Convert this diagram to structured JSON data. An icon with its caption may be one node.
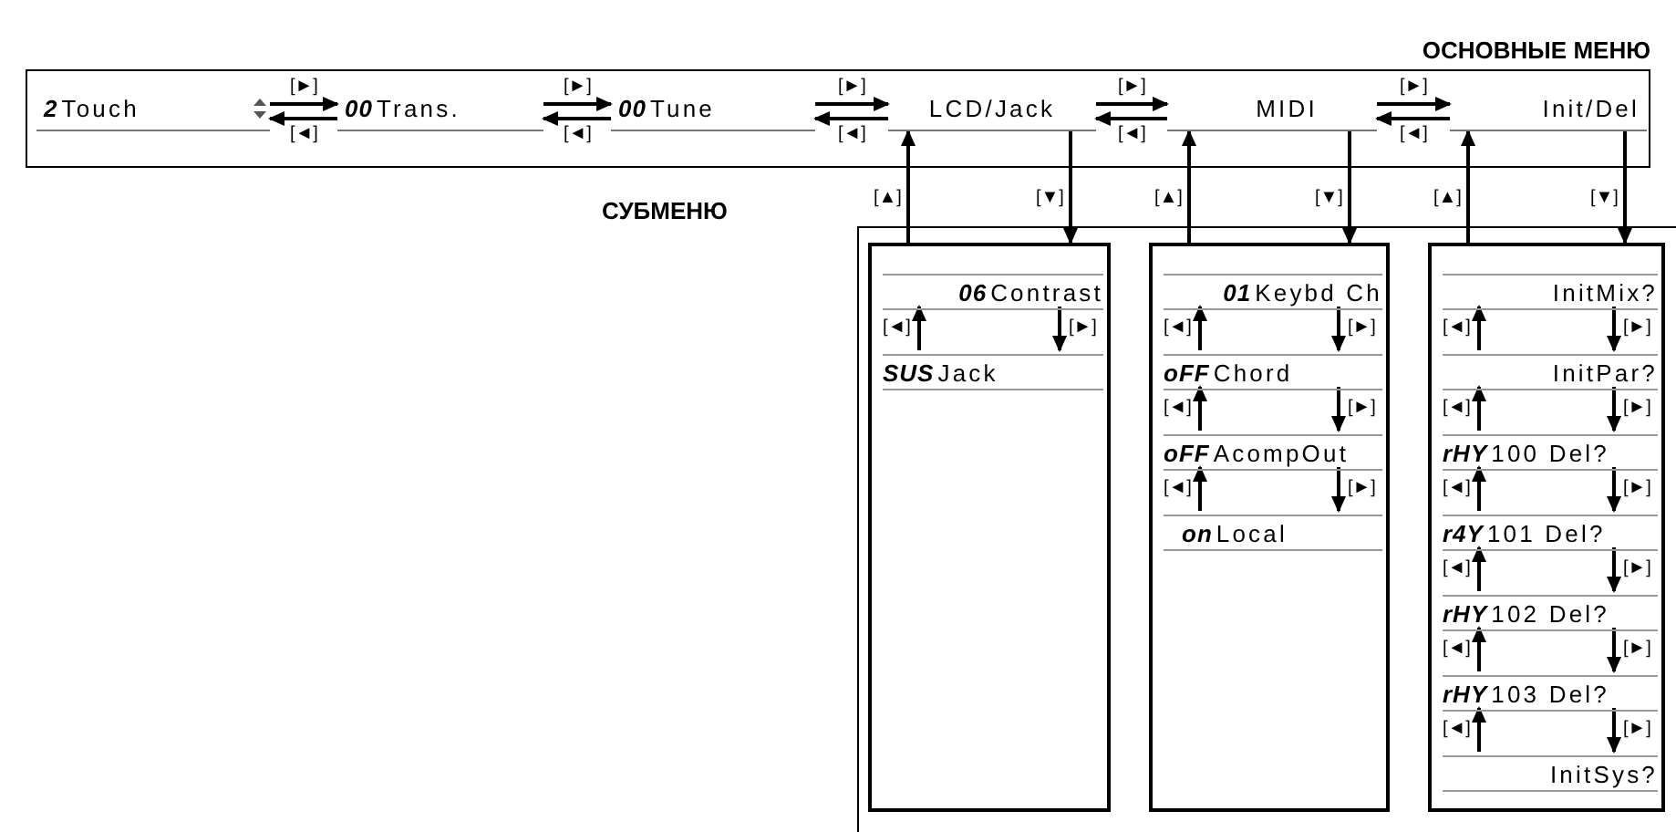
{
  "diagram": {
    "nodes": [
      {
        "text": [
          "ОСНОВНЫЕ МЕНЮ"
        ]
      },
      {
        "text": [
          "**2**Touch"
        ],
        "in": 0
      },
      {
        "text": [
          "**00**Trans."
        ],
        "in": 0
      },
      {
        "text": [
          "**00**Tune"
        ],
        "in": 0
      },
      {
        "text": [
          "LCD/Jack"
        ],
        "in": 0
      },
      {
        "text": [
          "MIDI"
        ],
        "in": 0
      },
      {
        "text": [
          "Init/Del"
        ],
        "in": 0
      },
      {
        "text": [
          "СУБМЕНЮ"
        ]
      },
      {
        "text": [],
        "shape": "box",
        "in": 7
      },
      {
        "text": [
          "**06**Contrast"
        ],
        "in": 8
      },
      {
        "text": [
          "**SUS**Jack"
        ],
        "in": 8
      },
      {
        "text": [],
        "shape": "box",
        "in": 7
      },
      {
        "text": [
          "**01**Keybd Ch"
        ],
        "in": 11
      },
      {
        "text": [
          "**oFF**Chord"
        ],
        "in": 11
      },
      {
        "text": [
          "**oFF**AcompOut"
        ],
        "in": 11
      },
      {
        "text": [
          "**on**Local"
        ],
        "in": 11
      },
      {
        "text": [],
        "shape": "box",
        "in": 7
      },
      {
        "text": [
          "InitMix?"
        ],
        "in": 16
      },
      {
        "text": [
          "InitPar?"
        ],
        "in": 16
      },
      {
        "text": [
          "**rHY**100 Del?"
        ],
        "in": 16
      },
      {
        "text": [
          "**r4Y**101 Del?"
        ],
        "in": 16
      },
      {
        "text": [
          "**rHY**102 Del?"
        ],
        "in": 16
      },
      {
        "text": [
          "**rHY**103 Del?"
        ],
        "in": 16
      },
      {
        "text": [
          "InitSys?"
        ],
        "in": 16
      }
    ],
    "edges": [
      {
        "from": 1,
        "to": 2,
        "arrow": "to",
        "label": "[►]"
      },
      {
        "from": 2,
        "to": 1,
        "arrow": "to",
        "label": "[◄]"
      },
      {
        "from": 2,
        "to": 3,
        "arrow": "to",
        "label": "[►]"
      },
      {
        "from": 3,
        "to": 2,
        "arrow": "to",
        "label": "[◄]"
      },
      {
        "from": 3,
        "to": 4,
        "arrow": "to",
        "label": "[►]"
      },
      {
        "from": 4,
        "to": 3,
        "arrow": "to",
        "label": "[◄]"
      },
      {
        "from": 4,
        "to": 5,
        "arrow": "to",
        "label": "[►]"
      },
      {
        "from": 5,
        "to": 4,
        "arrow": "to",
        "label": "[◄]"
      },
      {
        "from": 5,
        "to": 6,
        "arrow": "to",
        "label": "[►]"
      },
      {
        "from": 6,
        "to": 5,
        "arrow": "to",
        "label": "[◄]"
      },
      {
        "from": 8,
        "to": 4,
        "arrow": "to",
        "label": "[▲]"
      },
      {
        "from": 4,
        "to": 8,
        "arrow": "to",
        "label": "[▼]"
      },
      {
        "from": 11,
        "to": 5,
        "arrow": "to",
        "label": "[▲]"
      },
      {
        "from": 5,
        "to": 11,
        "arrow": "to",
        "label": "[▼]"
      },
      {
        "from": 16,
        "to": 6,
        "arrow": "to",
        "label": "[▲]"
      },
      {
        "from": 6,
        "to": 16,
        "arrow": "to",
        "label": "[▼]"
      },
      {
        "from": 10,
        "to": 9,
        "arrow": "to",
        "label": "[◄]"
      },
      {
        "from": 9,
        "to": 10,
        "arrow": "to",
        "label": "[►]"
      },
      {
        "from": 13,
        "to": 12,
        "arrow": "to",
        "label": "[◄]"
      },
      {
        "from": 12,
        "to": 13,
        "arrow": "to",
        "label": "[►]"
      },
      {
        "from": 14,
        "to": 13,
        "arrow": "to",
        "label": "[◄]"
      },
      {
        "from": 13,
        "to": 14,
        "arrow": "to",
        "label": "[►]"
      },
      {
        "from": 15,
        "to": 14,
        "arrow": "to",
        "label": "[◄]"
      },
      {
        "from": 14,
        "to": 15,
        "arrow": "to",
        "label": "[►]"
      },
      {
        "from": 18,
        "to": 17,
        "arrow": "to",
        "label": "[◄]"
      },
      {
        "from": 17,
        "to": 18,
        "arrow": "to",
        "label": "[►]"
      },
      {
        "from": 19,
        "to": 18,
        "arrow": "to",
        "label": "[◄]"
      },
      {
        "from": 18,
        "to": 19,
        "arrow": "to",
        "label": "[►]"
      },
      {
        "from": 20,
        "to": 19,
        "arrow": "to",
        "label": "[◄]"
      },
      {
        "from": 19,
        "to": 20,
        "arrow": "to",
        "label": "[►]"
      },
      {
        "from": 21,
        "to": 20,
        "arrow": "to",
        "label": "[◄]"
      },
      {
        "from": 20,
        "to": 21,
        "arrow": "to",
        "label": "[►]"
      },
      {
        "from": 22,
        "to": 21,
        "arrow": "to",
        "label": "[◄]"
      },
      {
        "from": 21,
        "to": 22,
        "arrow": "to",
        "label": "[►]"
      },
      {
        "from": 23,
        "to": 22,
        "arrow": "to",
        "label": "[◄]"
      },
      {
        "from": 22,
        "to": 23,
        "arrow": "to",
        "label": "[►]"
      }
    ]
  }
}
